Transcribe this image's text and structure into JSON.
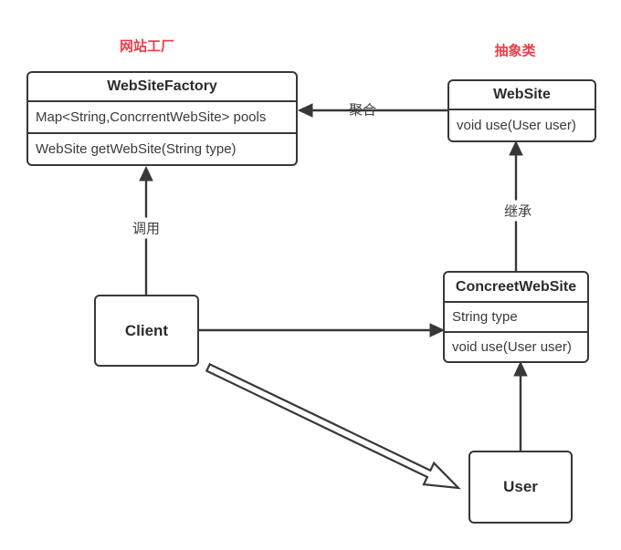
{
  "canvas": {
    "background": "#ffffff",
    "line_color": "#383838",
    "accent_red": "#ed3d47"
  },
  "annotations": {
    "factory": "网站工厂",
    "abstract": "抽象类"
  },
  "classes": {
    "factory": {
      "title": "WebSiteFactory",
      "members": [
        "Map<String,ConcrrentWebSite> pools",
        "WebSite getWebSite(String type)"
      ]
    },
    "website": {
      "title": "WebSite",
      "members": [
        "void use(User user)"
      ]
    },
    "concrete": {
      "title": "ConcreetWebSite",
      "members": [
        "String type",
        "void use(User user)"
      ]
    },
    "client": {
      "title": "Client"
    },
    "user": {
      "title": "User"
    }
  },
  "relations": {
    "aggregation": "聚合",
    "call": "调用",
    "inheritance": "继承"
  }
}
